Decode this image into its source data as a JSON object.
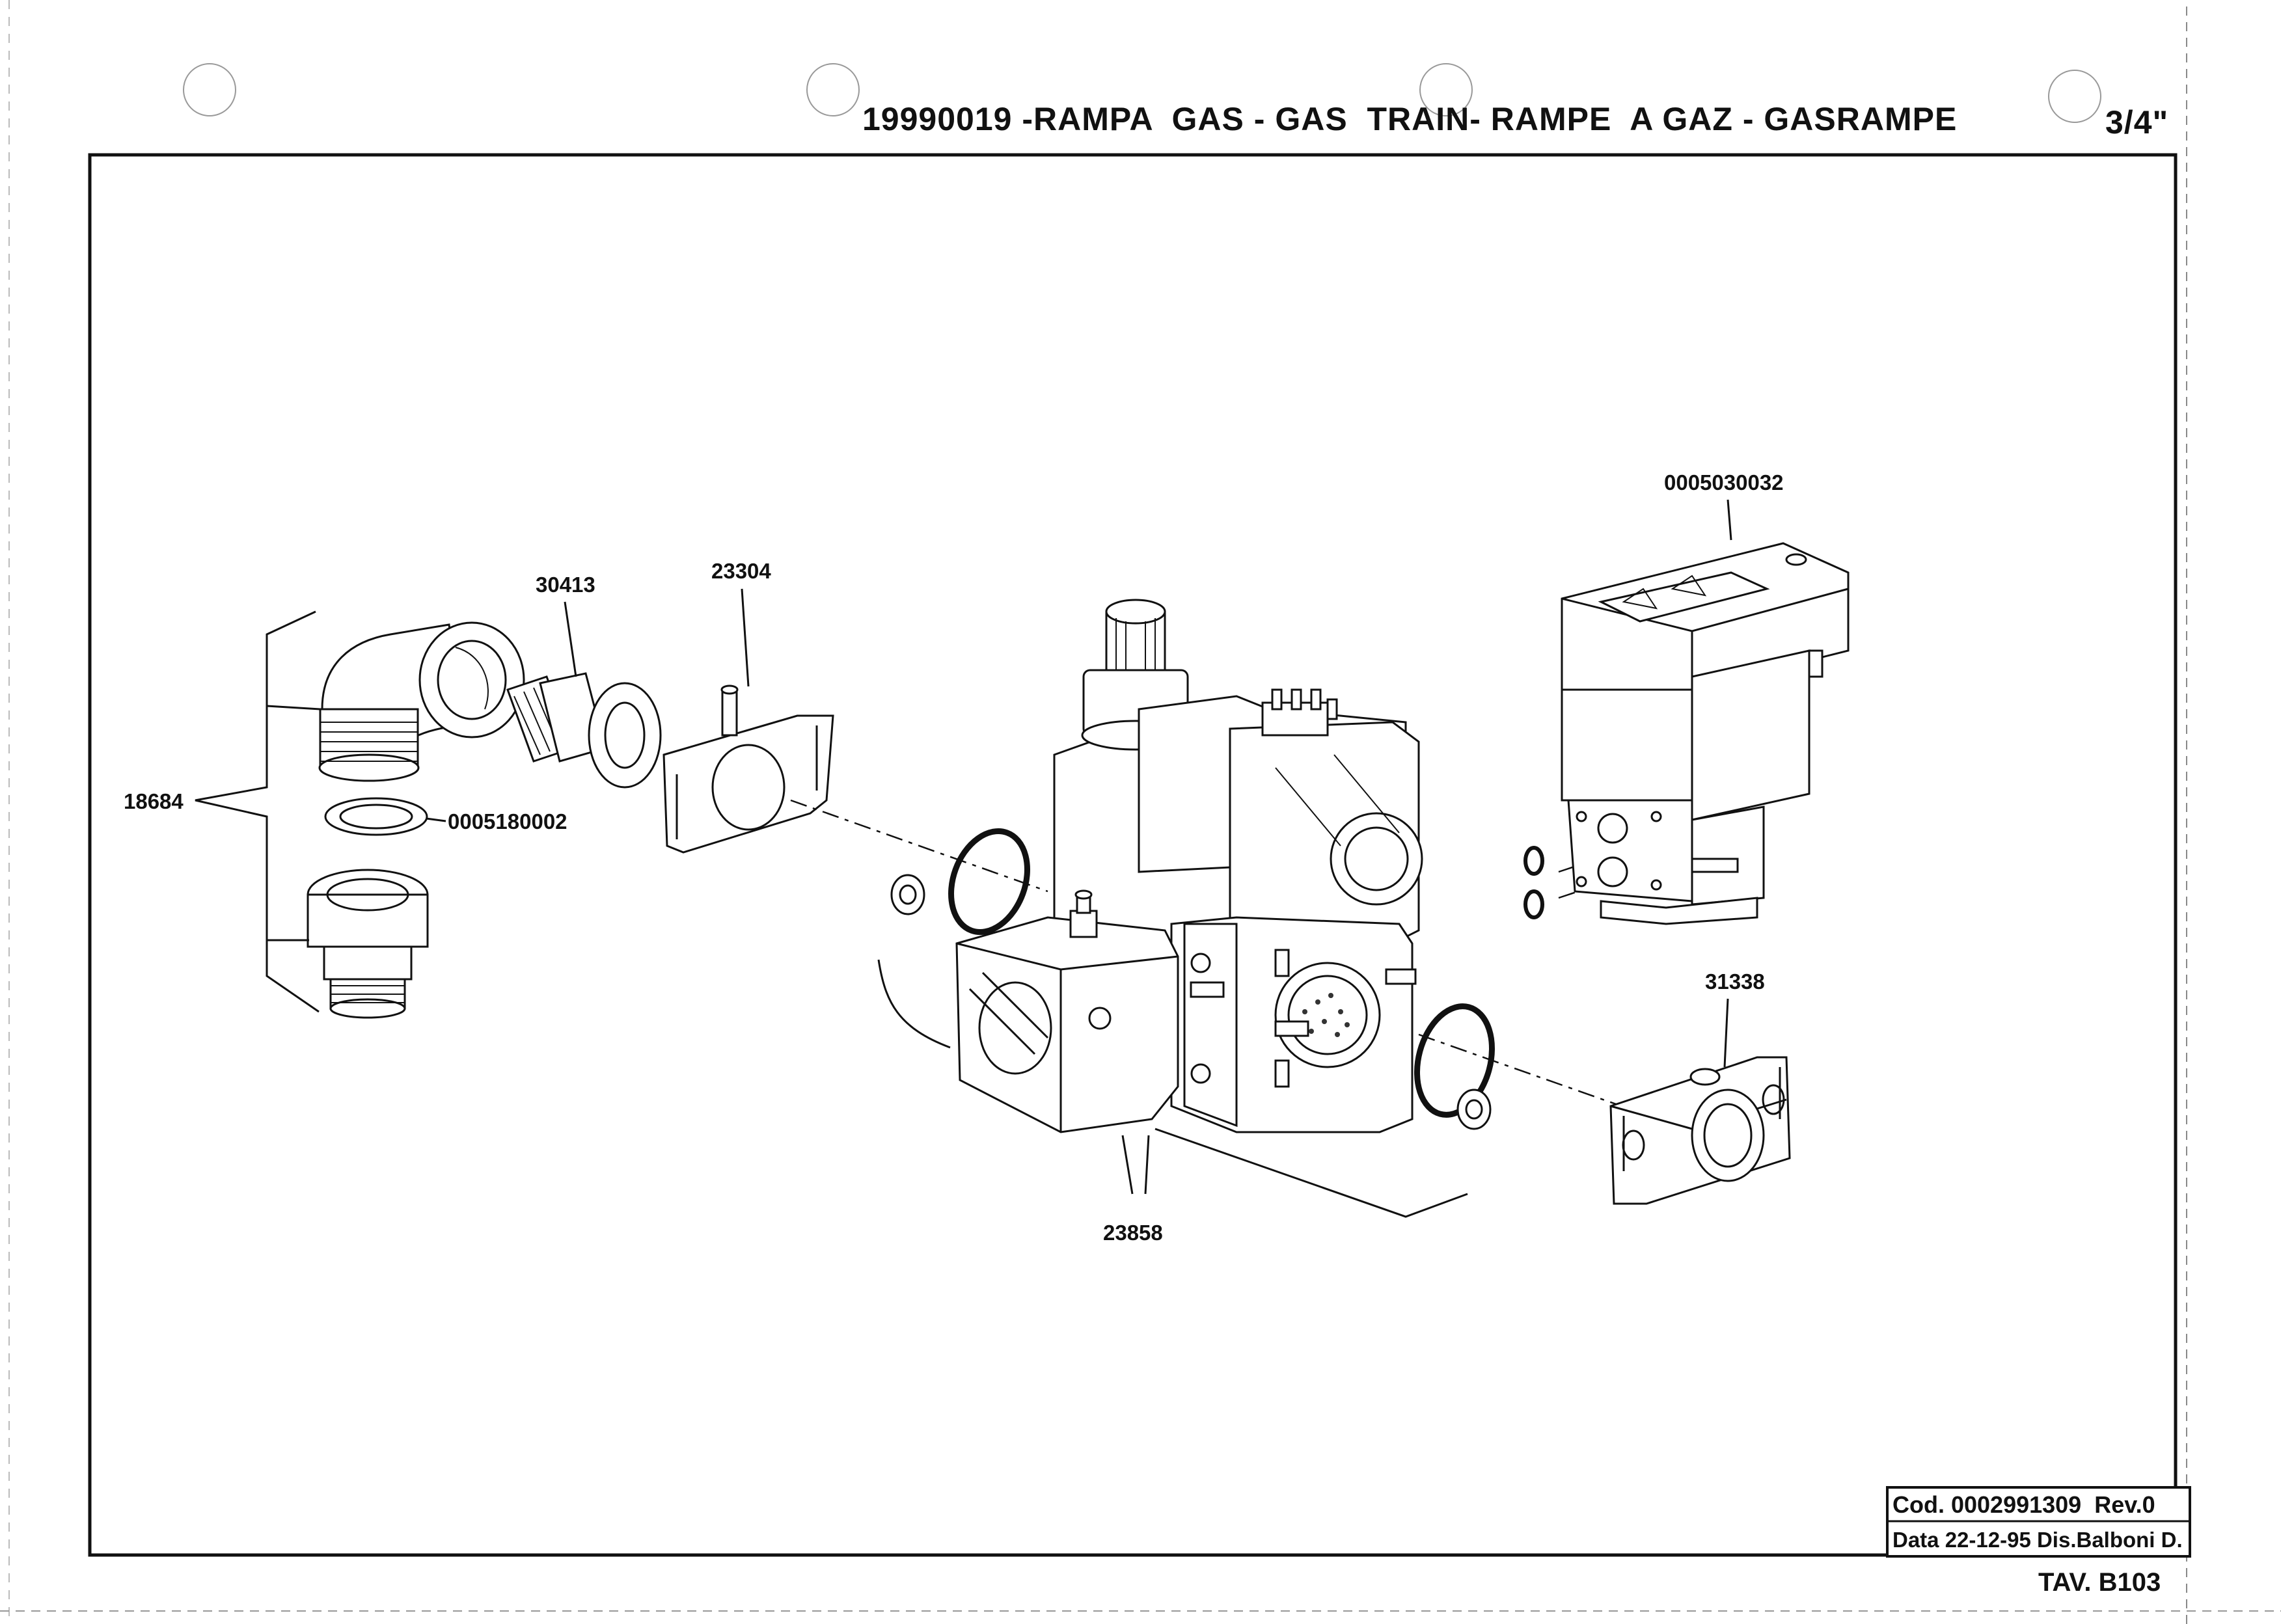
{
  "header": {
    "title": "19990019 -RAMPA  GAS - GAS  TRAIN- RAMPE  A GAZ - GASRAMPE",
    "size": "3/4\""
  },
  "parts": {
    "p18684": "18684",
    "p30413": "30413",
    "p23304": "23304",
    "p0005180002": "0005180002",
    "p0005030032": "0005030032",
    "p31338": "31338",
    "p23858": "23858"
  },
  "title_block": {
    "cod": "Cod. 0002991309  Rev.0",
    "data": "Data 22-12-95 Dis.Balboni D.",
    "tav": "TAV. B103"
  }
}
